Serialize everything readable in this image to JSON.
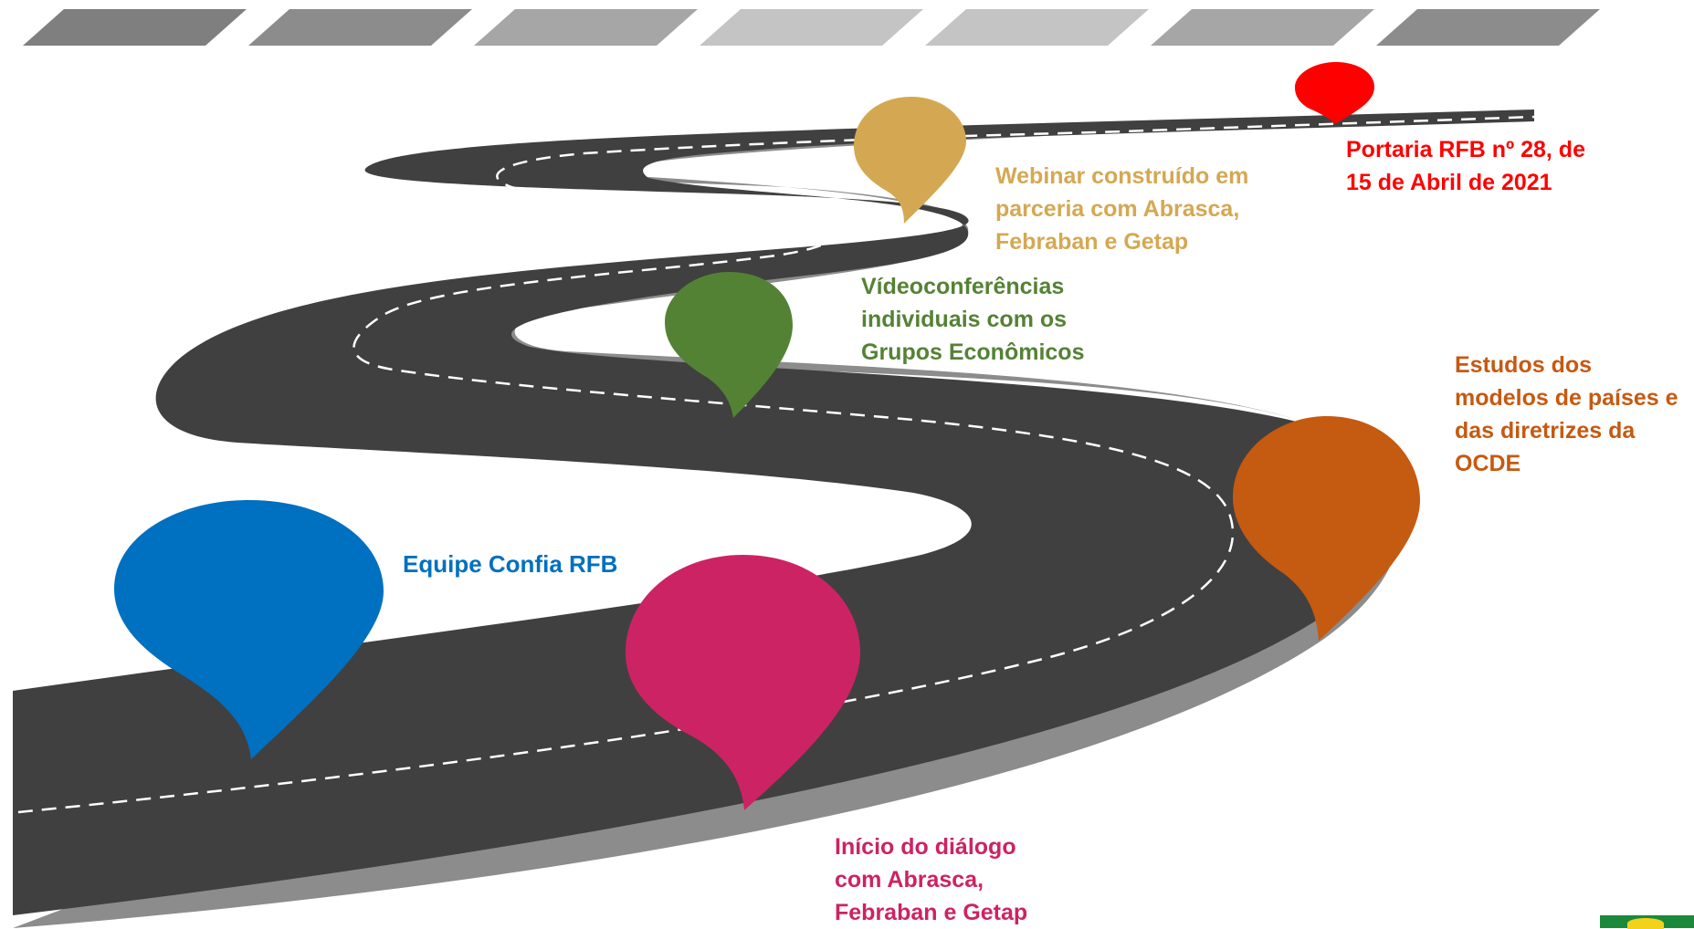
{
  "colors": {
    "road": "#404040",
    "road_shadow": "#8c8c8c",
    "lane_line": "#ffffff",
    "stripes": [
      "#7f7f7f",
      "#8c8c8c",
      "#a6a6a6",
      "#c4c4c4",
      "#c4c4c4",
      "#a6a6a6",
      "#8c8c8c"
    ]
  },
  "milestones": [
    {
      "id": "team",
      "lines": [
        "Equipe Confia RFB"
      ],
      "color": "#0070c0",
      "pin_icon": "map-pin-icon"
    },
    {
      "id": "start",
      "lines": [
        "Início do diálogo",
        "com Abrasca,",
        "Febraban e Getap"
      ],
      "color": "#cc2364"
    },
    {
      "id": "study",
      "lines": [
        "Estudos dos",
        "modelos de países e",
        "das diretrizes da",
        "OCDE"
      ],
      "color": "#c55a11"
    },
    {
      "id": "video",
      "lines": [
        "Vídeoconferências",
        "individuais com os",
        "Grupos Econômicos"
      ],
      "color": "#548235"
    },
    {
      "id": "webinar",
      "lines": [
        "Webinar construído em",
        "parceria com Abrasca,",
        "Febraban e Getap"
      ],
      "color": "#d4a853"
    },
    {
      "id": "portaria",
      "lines": [
        "Portaria RFB nº 28, de",
        "15 de Abril de 2021"
      ],
      "color": "#ff0000"
    }
  ]
}
